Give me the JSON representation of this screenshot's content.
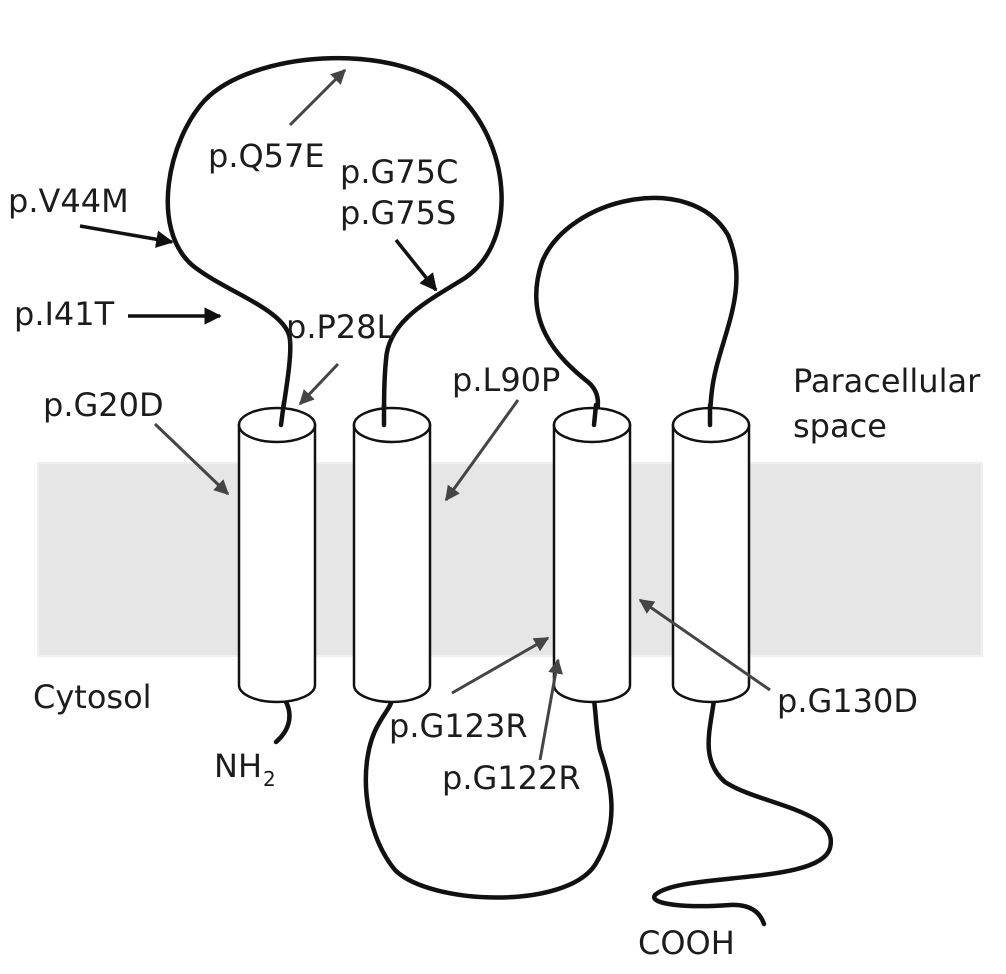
{
  "membrane": {
    "color": "#e6e6e6"
  },
  "regions": {
    "paracellular_line1": "Paracellular",
    "paracellular_line2": "space",
    "cytosol": "Cytosol"
  },
  "termini": {
    "n_terminus": "NH",
    "n_terminus_sub": "2",
    "c_terminus": "COOH"
  },
  "mutations": {
    "q57e": "p.Q57E",
    "v44m": "p.V44M",
    "i41t": "p.I41T",
    "g75c": "p.G75C",
    "g75s": "p.G75S",
    "p28l": "p.P28L",
    "g20d": "p.G20D",
    "l90p": "p.L90P",
    "g123r": "p.G123R",
    "g122r": "p.G122R",
    "g130d": "p.G130D"
  },
  "colors": {
    "line": "#111111",
    "arrow_black": "#111111",
    "arrow_grey": "#454545",
    "text": "#1c1c1c"
  }
}
